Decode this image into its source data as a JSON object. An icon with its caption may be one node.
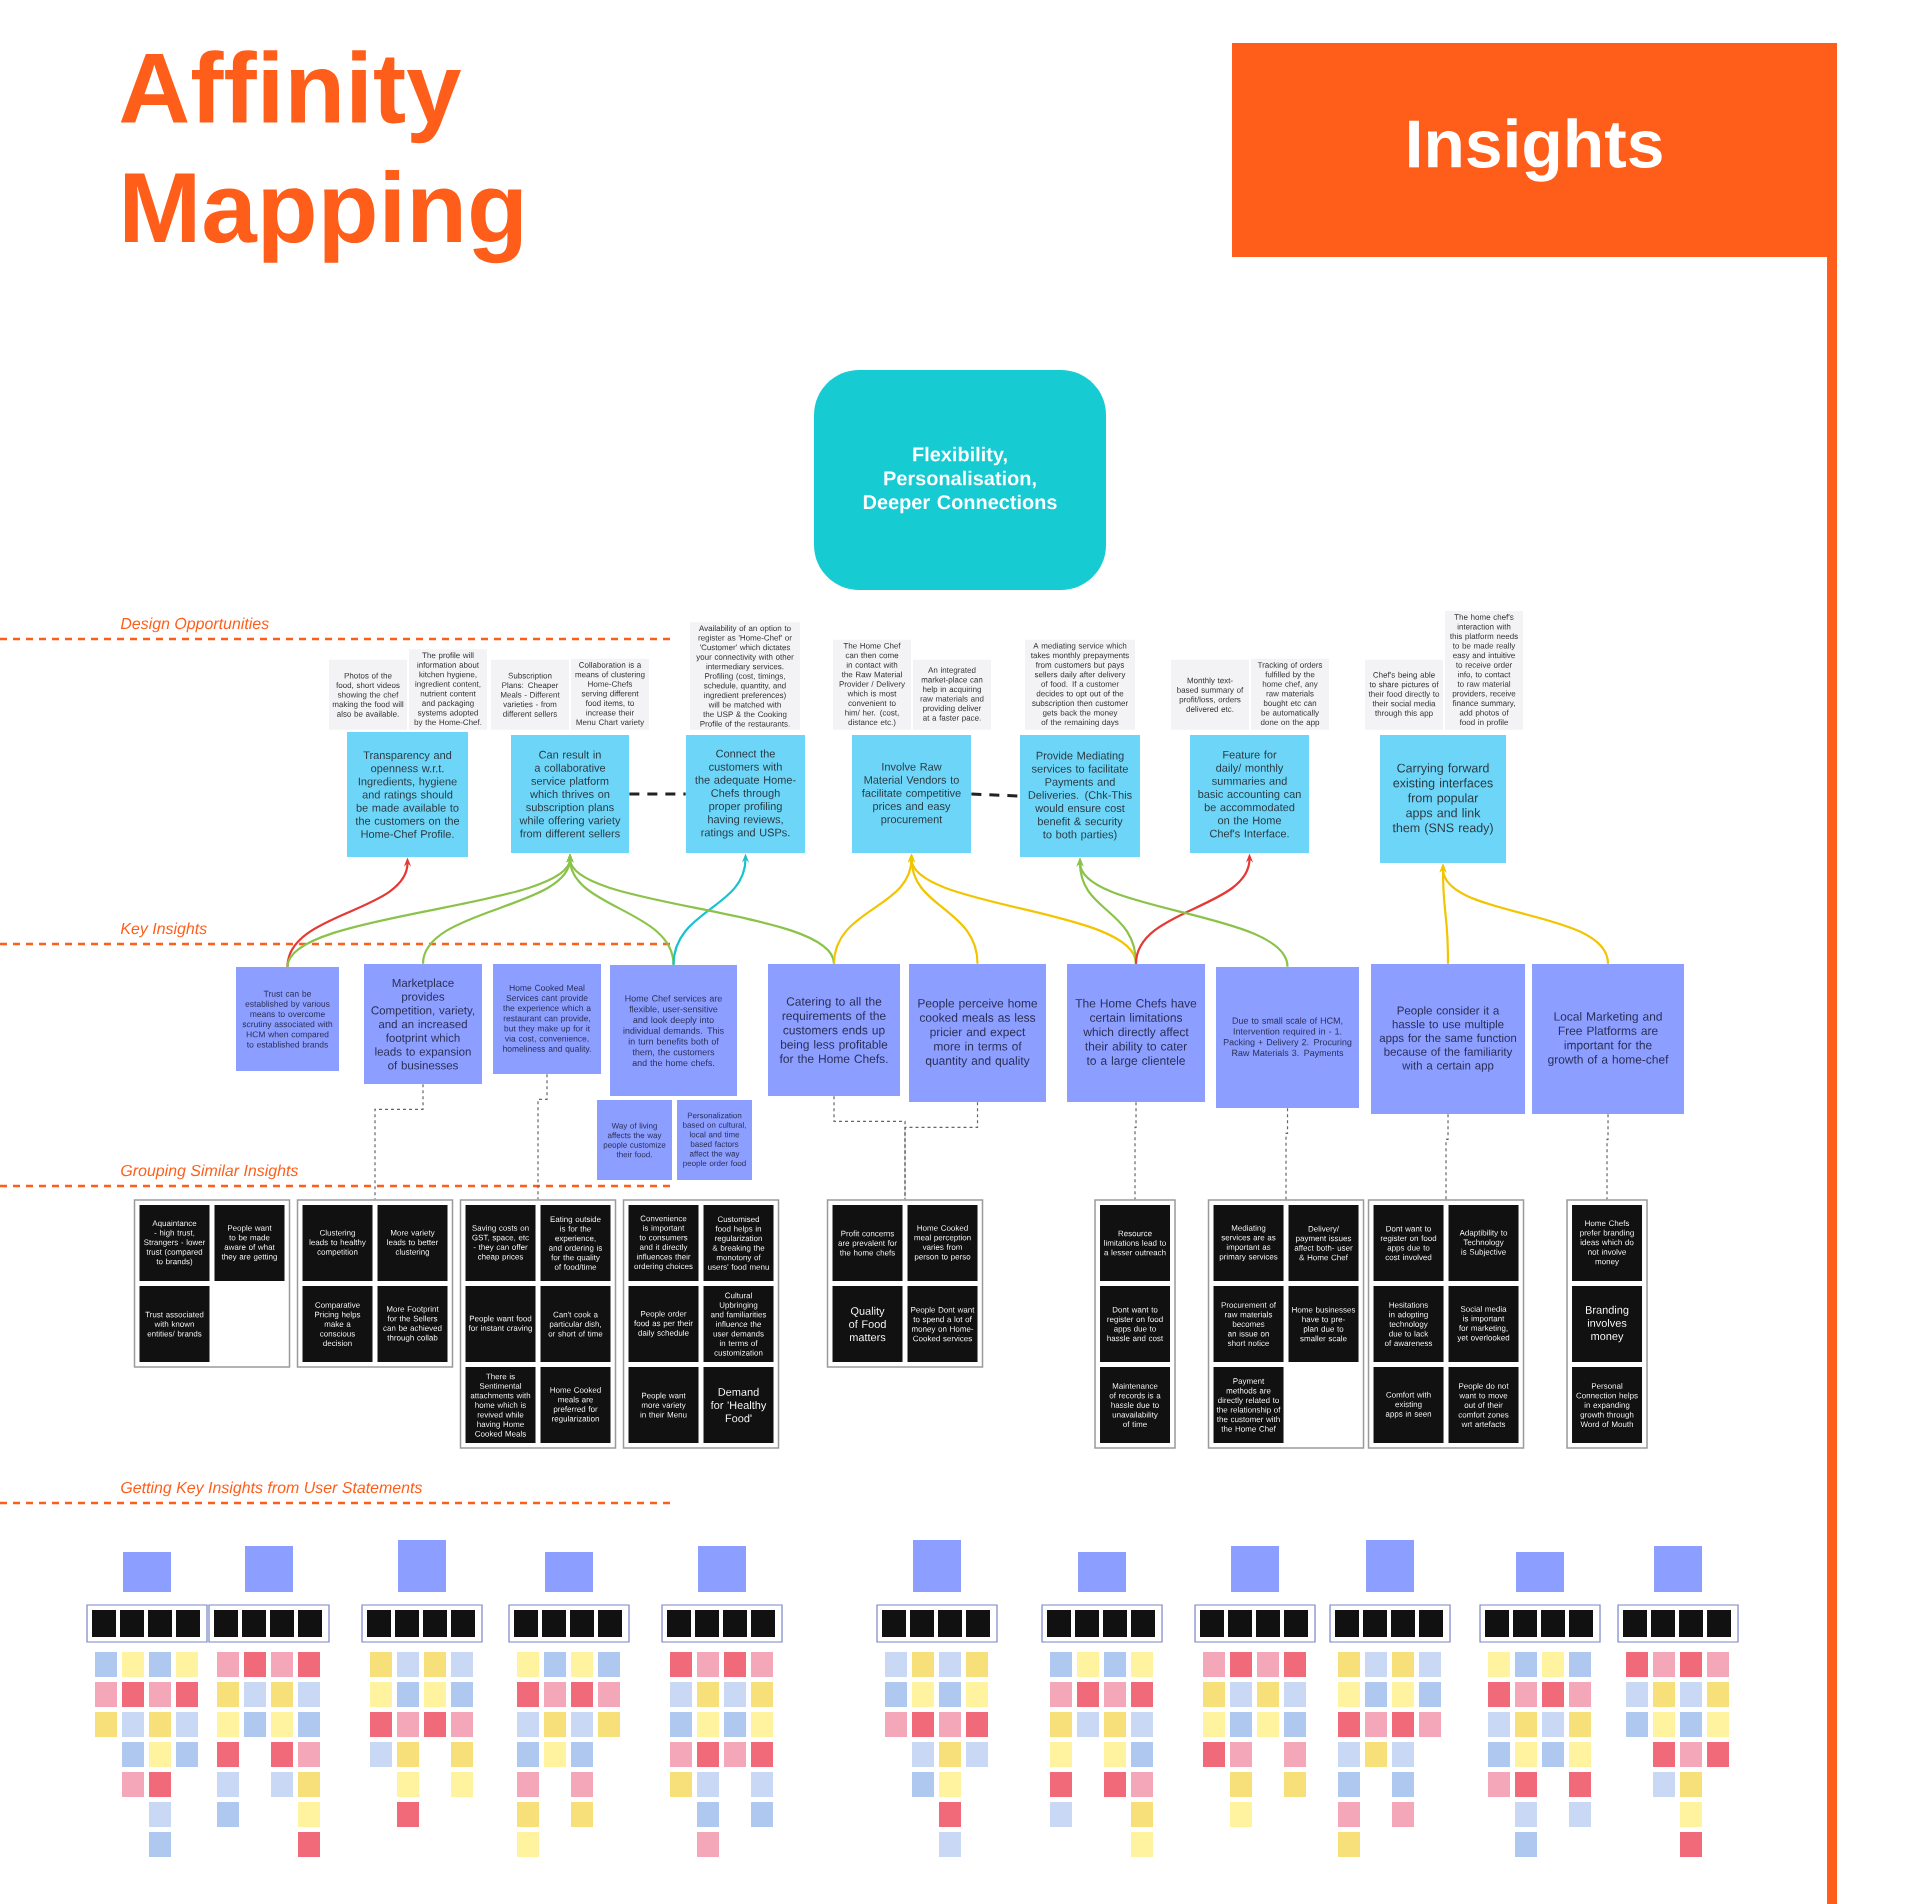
{
  "diagram": {
    "title": "Affinity Mapping",
    "nodes": [
      {
        "text": [
          "Insights"
        ]
      },
      {
        "text": [
          "Flexibility, Personalisation, Deeper Connections"
        ]
      },
      {
        "text": [
          "Photos of the food, short videos showing the chef making the food will also be available."
        ]
      },
      {
        "text": [
          "The profile will information about kitchen hygiene, ingredient content, nutrient content and packaging systems adopted by the Home-Chef."
        ]
      },
      {
        "text": [
          "Transparency and openness w.r.t. Ingredients, hygiene and ratings should be made available to the customers on the Home-Chef Profile."
        ]
      },
      {
        "text": [
          "Subscription Plans: Cheaper Meals - Different varieties - from different sellers"
        ]
      },
      {
        "text": [
          "Collaboration is a means of clustering Home-Chefs serving different food items, to increase their Menu Chart variety"
        ]
      },
      {
        "text": [
          "Can result in a collaborative service platform which thrives on subscription plans while offering variety from different sellers"
        ]
      },
      {
        "text": [
          "Availability of an option to register as 'Home-Chef' or 'Customer' which dictates your connectivity with other intermediary services. Profiling (cost, timings, schedule, quantity, and ingredient preferences) will be matched with the USP & the Cooking Profile of the restaurants."
        ]
      },
      {
        "text": [
          "Connect the customers with the adequate Home-Chefs through proper profiling having reviews, ratings and USPs."
        ]
      },
      {
        "text": [
          "The Home Chef can then come in contact with the Raw Material Provider / Delivery which is most convenient to him/ her. (cost, distance etc.)"
        ]
      },
      {
        "text": [
          "An integrated market-place can help in acquiring raw materials and providing deliver at a faster pace."
        ]
      },
      {
        "text": [
          "Involve Raw Material Vendors to facilitate competitive prices and easy procurement"
        ]
      },
      {
        "text": [
          "A mediating service which takes monthly prepayments from customers but pays sellers daily after delivery of food. If a customer decides to opt out of the subscription then customer gets back the money of the remaining days"
        ]
      },
      {
        "text": [
          "Provide Mediating services to facilitate Payments and Deliveries. (Chk-This would ensure cost benefit & security to both parties)"
        ]
      },
      {
        "text": [
          "Monthly text-based summary of profit/loss, orders delivered etc."
        ]
      },
      {
        "text": [
          "Tracking of orders fulfilled by the home chef, any raw materials bought etc can be automatically done on the app"
        ]
      },
      {
        "text": [
          "Feature for daily/ monthly summaries and basic accounting can be accommodated on the Home Chef's Interface."
        ]
      },
      {
        "text": [
          "Chef's being able to share pictures of their food directly to their social media through this app"
        ]
      },
      {
        "text": [
          "The home chef's interaction with this platform needs to be made really easy and intuitive to receive order info, to contact to raw material providers, receive finance summary, add photos of food in profile"
        ]
      },
      {
        "text": [
          "Carrying forward existing interfaces from popular apps and link them (SNS ready)"
        ]
      },
      {
        "text": [
          "Trust can be established by various means to overcome scrutiny associated with HCM when compared to established brands"
        ]
      },
      {
        "text": [
          "Marketplace provides Competition, variety, and an increased footprint which leads to expansion of businesses"
        ]
      },
      {
        "text": [
          "Home Cooked Meal Services cant provide the experience which a restaurant can provide, but they make up for it via cost, convenience, homeliness and quality."
        ]
      },
      {
        "text": [
          "Home Chef services are flexible, user-sensitive and look deeply into individual demands. This in turn benefits both of them, the customers and the home chefs."
        ]
      },
      {
        "text": [
          "Catering to all the requirements of the customers ends up being less profitable for the Home Chefs."
        ]
      },
      {
        "text": [
          "People perceive home cooked meals as less pricier and expect more in terms of quantity and quality"
        ]
      },
      {
        "text": [
          "The Home Chefs have certain limitations which directly affect their ability to cater to a large clientele"
        ]
      },
      {
        "text": [
          "Due to small scale of HCM, Intervention required in - 1. Packing + Delivery 2. Procuring Raw Materials 3. Payments"
        ]
      },
      {
        "text": [
          "People consider it a hassle to use multiple apps for the same function because of the familiarity with a certain app"
        ]
      },
      {
        "text": [
          "Local Marketing and Free Platforms are important for the growth of a home-chef"
        ]
      },
      {
        "text": [
          "Way of living affects the way people customize their food."
        ]
      },
      {
        "text": [
          "Personalization based on cultural, local and time based factors affect the way people order food"
        ]
      },
      {
        "text": [],
        "shape": "box"
      },
      {
        "text": [
          "Aquaintance - high trust, Strangers - lower trust (compared to brands)"
        ],
        "in": 33
      },
      {
        "text": [
          "People want to be made aware of what they are getting"
        ],
        "in": 33
      },
      {
        "text": [
          "Trust associated with known entities/ brands"
        ],
        "in": 33
      },
      {
        "text": [],
        "shape": "box"
      },
      {
        "text": [
          "Clustering leads to healthy competition"
        ],
        "in": 37
      },
      {
        "text": [
          "More variety leads to better clustering"
        ],
        "in": 37
      },
      {
        "text": [
          "Comparative Pricing helps make a conscious decision"
        ],
        "in": 37
      },
      {
        "text": [
          "More Footprint for the Sellers can be achieved through collab"
        ],
        "in": 37
      },
      {
        "text": [],
        "shape": "box"
      },
      {
        "text": [
          "Saving costs on GST, space, etc - they can offer cheap prices"
        ],
        "in": 42
      },
      {
        "text": [
          "Eating outside is for the experience, and ordering is for the quality of food/time"
        ],
        "in": 42
      },
      {
        "text": [
          "People want food for instant craving"
        ],
        "in": 42
      },
      {
        "text": [
          "Can't cook a particular dish, or short of time"
        ],
        "in": 42
      },
      {
        "text": [
          "There is Sentimental attachments with home which is revived while having Home Cooked Meals"
        ],
        "in": 42
      },
      {
        "text": [
          "Home Cooked meals are preferred for regularization"
        ],
        "in": 42
      },
      {
        "text": [],
        "shape": "box"
      },
      {
        "text": [
          "Convenience is important to consumers and it directly influences their ordering choices"
        ],
        "in": 49
      },
      {
        "text": [
          "Customised food helps in regularization & breaking the monotony of users' food menu"
        ],
        "in": 49
      },
      {
        "text": [
          "People order food as per their daily schedule"
        ],
        "in": 49
      },
      {
        "text": [
          "Cultural Upbringing and familiarities influence the user demands in terms of customization"
        ],
        "in": 49
      },
      {
        "text": [
          "People want more variety in their Menu"
        ],
        "in": 49
      },
      {
        "text": [
          "Demand for 'Healthy Food'"
        ],
        "in": 49
      },
      {
        "text": [],
        "shape": "box"
      },
      {
        "text": [
          "Profit concerns are prevalent for the home chefs"
        ],
        "in": 56
      },
      {
        "text": [
          "Home Cooked meal perception varies from person to perso"
        ],
        "in": 56
      },
      {
        "text": [
          "Quality of Food matters"
        ],
        "in": 56
      },
      {
        "text": [
          "People Dont want to spend a lot of money on Home-Cooked services"
        ],
        "in": 56
      },
      {
        "text": [],
        "shape": "box"
      },
      {
        "text": [
          "Resource limitations lead to a lesser outreach"
        ],
        "in": 61
      },
      {
        "text": [
          "Dont want to register on food apps due to hassle and cost"
        ],
        "in": 61
      },
      {
        "text": [
          "Maintenance of records is a hassle due to unavailability of time"
        ],
        "in": 61
      },
      {
        "text": [],
        "shape": "box"
      },
      {
        "text": [
          "Mediating services are as important as primary services"
        ],
        "in": 65
      },
      {
        "text": [
          "Delivery/ payment issues affect both- user & Home Chef"
        ],
        "in": 65
      },
      {
        "text": [
          "Procurement of raw materials becomes an issue on short notice"
        ],
        "in": 65
      },
      {
        "text": [
          "Home businesses have to pre-plan due to smaller scale"
        ],
        "in": 65
      },
      {
        "text": [
          "Payment methods are directly related to the relationship of the customer with the Home Chef"
        ],
        "in": 65
      },
      {
        "text": [],
        "shape": "box"
      },
      {
        "text": [
          "Dont want to register on food apps due to cost involved"
        ],
        "in": 71
      },
      {
        "text": [
          "Adaptibility to Technology is Subjective"
        ],
        "in": 71
      },
      {
        "text": [
          "Hesitations in adopting technology due to lack of awareness"
        ],
        "in": 71
      },
      {
        "text": [
          "Social media is important for marketing, yet overlooked"
        ],
        "in": 71
      },
      {
        "text": [
          "Comfort with existing apps in seen"
        ],
        "in": 71
      },
      {
        "text": [
          "People do not want to move out of their comfort zones wrt artefacts"
        ],
        "in": 71
      },
      {
        "text": [],
        "shape": "box"
      },
      {
        "text": [
          "Home Chefs prefer branding ideas which do not involve money"
        ],
        "in": 78
      },
      {
        "text": [
          "Branding involves money"
        ],
        "in": 78
      },
      {
        "text": [
          "Personal Connection helps in expanding growth through Word of Mouth"
        ],
        "in": 78
      }
    ],
    "edges": [
      {
        "from": 7,
        "to": 9,
        "arrow": "none",
        "style": "dashed",
        "color": "#222222"
      },
      {
        "from": 12,
        "to": 14,
        "arrow": "none",
        "style": "dashed",
        "color": "#222222"
      },
      {
        "from": 21,
        "to": 4,
        "arrow": "to",
        "color": "#e53935"
      },
      {
        "from": 21,
        "to": 7,
        "arrow": "to",
        "color": "#8bc34a"
      },
      {
        "from": 22,
        "to": 7,
        "arrow": "to",
        "color": "#8bc34a"
      },
      {
        "from": 24,
        "to": 7,
        "arrow": "to",
        "color": "#8bc34a"
      },
      {
        "from": 24,
        "to": 9,
        "arrow": "to",
        "color": "#17c3d0"
      },
      {
        "from": 25,
        "to": 7,
        "arrow": "to",
        "color": "#8bc34a"
      },
      {
        "from": 25,
        "to": 12,
        "arrow": "to",
        "color": "#f2c500"
      },
      {
        "from": 26,
        "to": 12,
        "arrow": "to",
        "color": "#f2c500"
      },
      {
        "from": 27,
        "to": 12,
        "arrow": "to",
        "color": "#f2c500"
      },
      {
        "from": 27,
        "to": 14,
        "arrow": "to",
        "color": "#8bc34a"
      },
      {
        "from": 27,
        "to": 17,
        "arrow": "to",
        "color": "#e53935"
      },
      {
        "from": 28,
        "to": 14,
        "arrow": "to",
        "color": "#8bc34a"
      },
      {
        "from": 29,
        "to": 20,
        "arrow": "to",
        "color": "#f2c500"
      },
      {
        "from": 30,
        "to": 20,
        "arrow": "to",
        "color": "#f2c500"
      },
      {
        "from": 22,
        "to": 37,
        "arrow": "none",
        "style": "dashed",
        "color": "#666666"
      },
      {
        "from": 23,
        "to": 42,
        "arrow": "none",
        "style": "dashed",
        "color": "#666666"
      },
      {
        "from": 25,
        "to": 56,
        "arrow": "none",
        "style": "dashed",
        "color": "#666666"
      },
      {
        "from": 26,
        "to": 56,
        "arrow": "none",
        "style": "dashed",
        "color": "#666666"
      },
      {
        "from": 27,
        "to": 61,
        "arrow": "none",
        "style": "dashed",
        "color": "#666666"
      },
      {
        "from": 28,
        "to": 65,
        "arrow": "none",
        "style": "dashed",
        "color": "#666666"
      },
      {
        "from": 29,
        "to": 71,
        "arrow": "none",
        "style": "dashed",
        "color": "#666666"
      },
      {
        "from": 30,
        "to": 78,
        "arrow": "none",
        "style": "dashed",
        "color": "#666666"
      }
    ],
    "labels": [
      "Design Opportunities",
      "Key Insights",
      "Grouping Similar Insights",
      "Getting Key Insights from User Statements"
    ]
  }
}
